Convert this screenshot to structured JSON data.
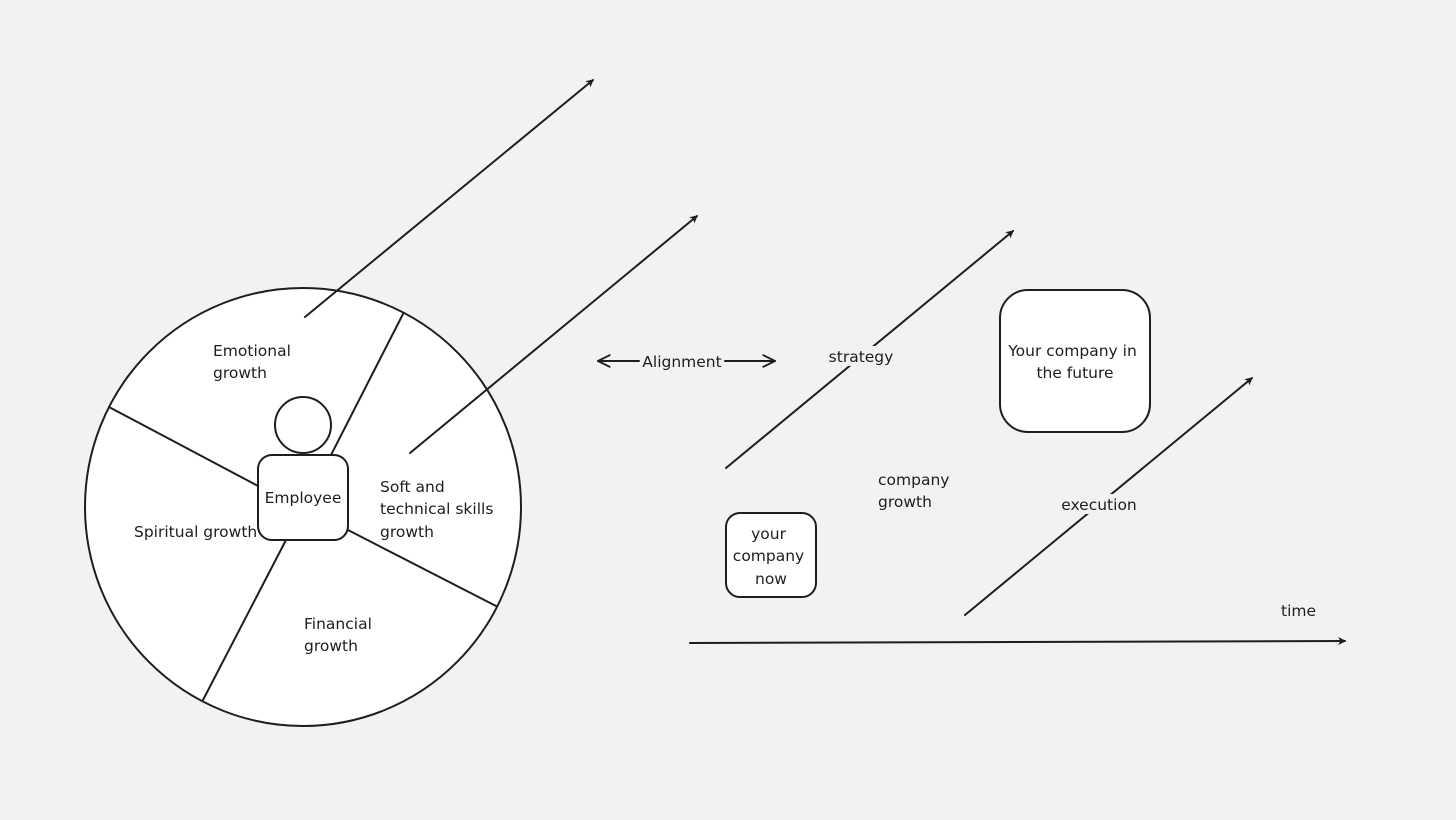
{
  "wheel": {
    "center_label": "Employee",
    "segments": {
      "emotional": [
        "Emotional",
        "growth"
      ],
      "soft_skills": [
        "Soft and",
        "technical skills",
        "growth"
      ],
      "financial": [
        "Financial",
        "growth"
      ],
      "spiritual": [
        "Spiritual growth"
      ]
    }
  },
  "alignment_label": "Alignment",
  "strategy_label": "strategy",
  "execution_label": "execution",
  "company_growth": [
    "company",
    "growth"
  ],
  "company_now": [
    "your",
    "company",
    "now"
  ],
  "company_future": [
    "Your company in",
    "the future"
  ],
  "time_label": "time",
  "colors": {
    "background": "#f2f2f2",
    "stroke": "#1e1e1e",
    "fill": "#ffffff"
  }
}
